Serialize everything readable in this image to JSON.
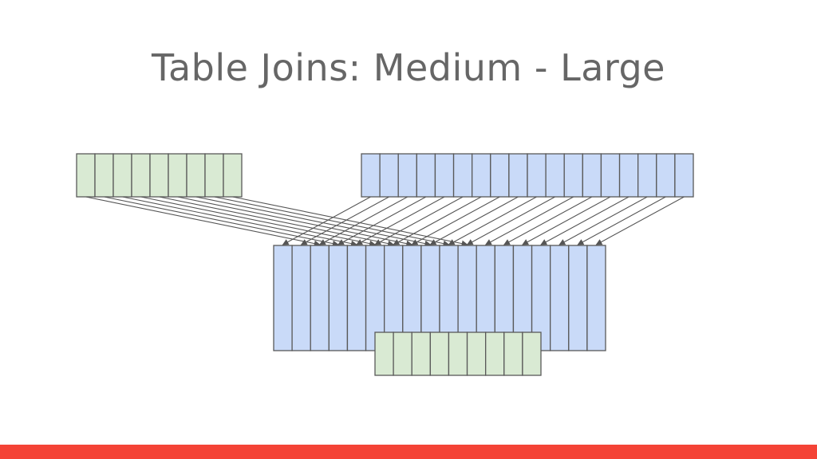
{
  "slide": {
    "title": "Table Joins: Medium - Large"
  },
  "diagram": {
    "small_table_a": {
      "columns": 9,
      "color": "#d9ead3"
    },
    "large_table_b": {
      "columns": 18,
      "color": "#c9daf8"
    },
    "result_table": {
      "columns": 18,
      "color": "#c9daf8"
    },
    "small_table_copy": {
      "columns": 9,
      "color": "#d9ead3"
    },
    "stroke_color": "#595959",
    "arrow_color": "#555555"
  },
  "theme": {
    "accent_bar_color": "#f44336"
  }
}
